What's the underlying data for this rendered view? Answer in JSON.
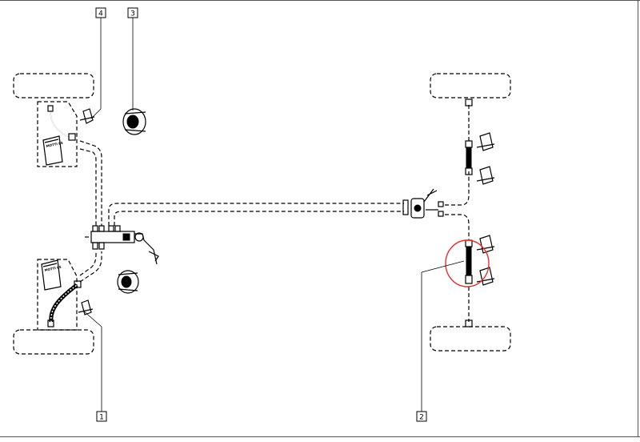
{
  "callouts": [
    {
      "label": "4"
    },
    {
      "label": "3"
    },
    {
      "label": "1"
    },
    {
      "label": "2"
    }
  ],
  "booklets": [
    {
      "text": "MOTTI ES"
    },
    {
      "text": "MOTTI ES"
    }
  ],
  "colors": {
    "line": "#000000",
    "highlight": "#e53030",
    "frame": "#555555"
  }
}
